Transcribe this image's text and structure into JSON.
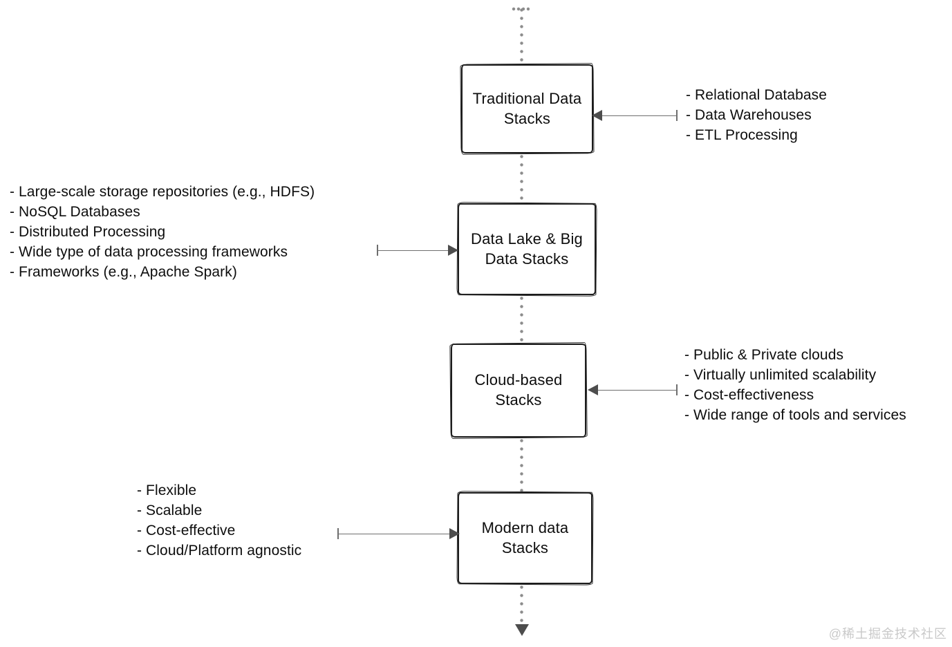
{
  "watermark": "@稀土掘金技术社区",
  "diagram": {
    "nodes": [
      {
        "label": "Traditional Data Stacks"
      },
      {
        "label": "Data Lake & Big Data Stacks"
      },
      {
        "label": "Cloud-based Stacks"
      },
      {
        "label": "Modern data Stacks"
      }
    ],
    "annotations": [
      {
        "side": "right",
        "target": "Traditional Data Stacks",
        "items": [
          "- Relational Database",
          "- Data Warehouses",
          "- ETL Processing"
        ]
      },
      {
        "side": "left",
        "target": "Data Lake & Big Data Stacks",
        "items": [
          "- Large-scale storage repositories (e.g., HDFS)",
          "- NoSQL Databases",
          "- Distributed Processing",
          "- Wide type of data processing frameworks",
          "- Frameworks (e.g., Apache Spark)"
        ]
      },
      {
        "side": "right",
        "target": "Cloud-based Stacks",
        "items": [
          "- Public & Private clouds",
          "- Virtually unlimited scalability",
          "- Cost-effectiveness",
          "- Wide range of tools and services"
        ]
      },
      {
        "side": "left",
        "target": "Modern data Stacks",
        "items": [
          "- Flexible",
          "- Scalable",
          "- Cost-effective",
          "- Cloud/Platform agnostic"
        ]
      }
    ],
    "colors": {
      "background": "#ffffff",
      "box_border": "#1c1c1c",
      "text": "#0d0d0d",
      "arrow": "#6e6e6e",
      "arrowhead": "#4d4d4d",
      "dotted_line": "#8c8c8c",
      "watermark": "#c9c9c9"
    }
  }
}
